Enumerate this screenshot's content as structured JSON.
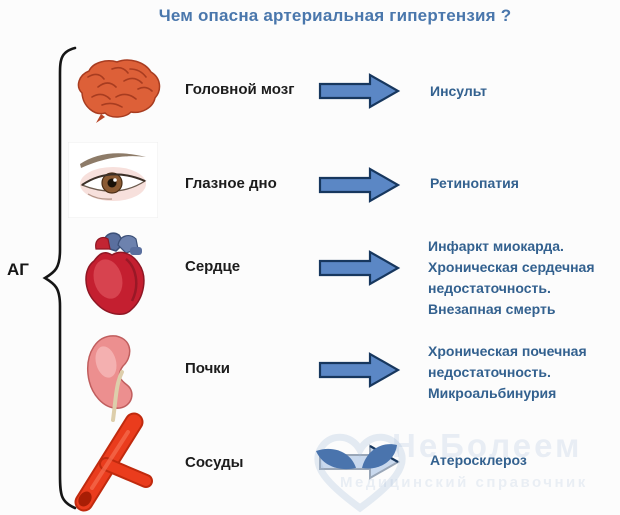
{
  "title": "Чем опасна артериальная гипертензия ?",
  "bracket_label": "АГ",
  "colors": {
    "title_blue": "#4a77ac",
    "outcome_blue": "#33618f",
    "arrow_fill": "#5b87c5",
    "arrow_border": "#17375e",
    "arrow_light_fill": "#c9d9ee",
    "arrow_light_border": "#9aa7b8",
    "vessel_red": "#ea3c1d"
  },
  "rows": [
    {
      "icon": "brain-icon",
      "label": "Головной мозг",
      "outcome": "Инсульт"
    },
    {
      "icon": "eye-icon",
      "label": "Глазное дно",
      "outcome": "Ретинопатия"
    },
    {
      "icon": "heart-icon",
      "label": "Сердце",
      "outcome": "Инфаркт миокарда. Хроническая сердечная недостаточность. Внезапная смерть"
    },
    {
      "icon": "kidney-icon",
      "label": "Почки",
      "outcome": "Хроническая почечная недостаточность. Микроальбинурия"
    },
    {
      "icon": "vessel-icon",
      "label": "Сосуды",
      "outcome": "Атеросклероз"
    }
  ],
  "watermark": {
    "title": "НеБолеем",
    "subtitle": "Медицинский справочник"
  }
}
